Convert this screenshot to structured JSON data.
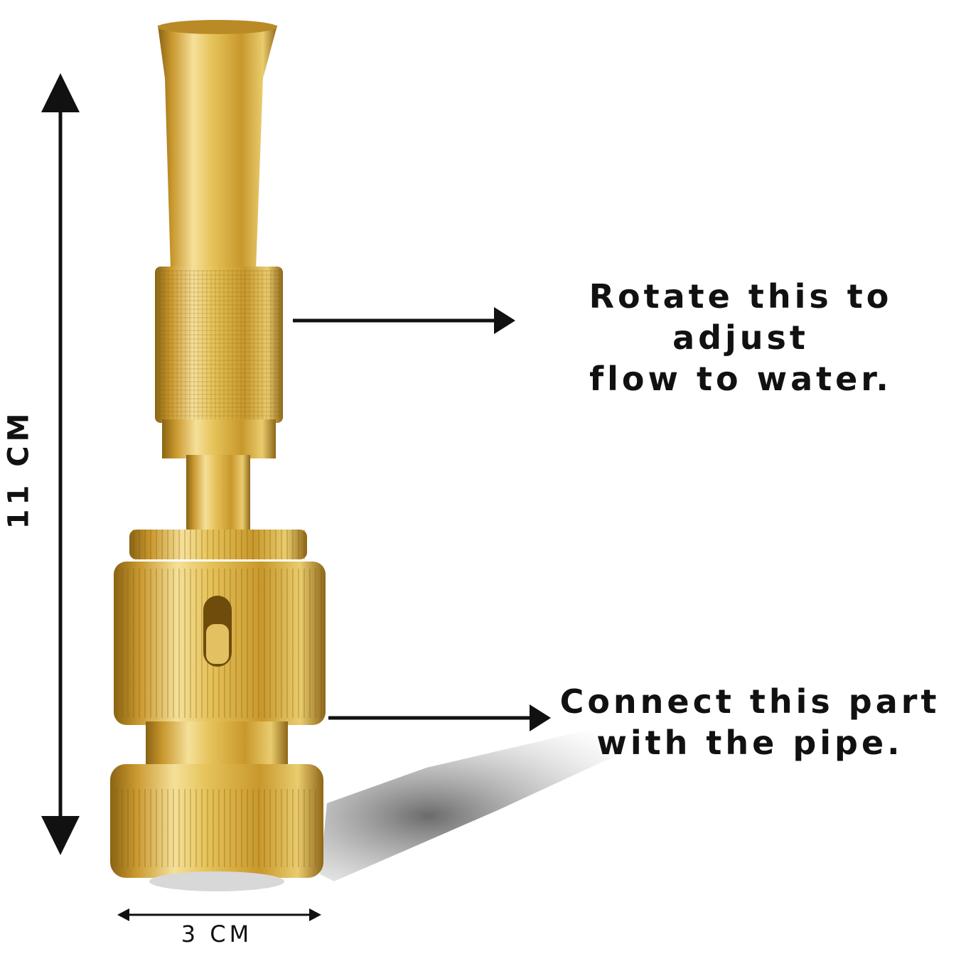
{
  "annotations": {
    "flow_callout_line1": "Rotate this to adjust",
    "flow_callout_line2": "flow to water.",
    "pipe_callout_line1": "Connect this part",
    "pipe_callout_line2": "with the pipe.",
    "height_label": "11 CM",
    "width_label": "3 CM"
  },
  "colors": {
    "background": "#ffffff",
    "arrow": "#111111",
    "brass_light": "#f3dc8a",
    "brass_mid": "#d4a93c",
    "brass_dark": "#8a6414",
    "shadow": "#9a9a9a"
  },
  "icons": {
    "height_arrow": "double-vertical-arrow-icon",
    "width_arrow": "double-horizontal-arrow-icon",
    "callout_arrow": "right-arrow-icon"
  }
}
